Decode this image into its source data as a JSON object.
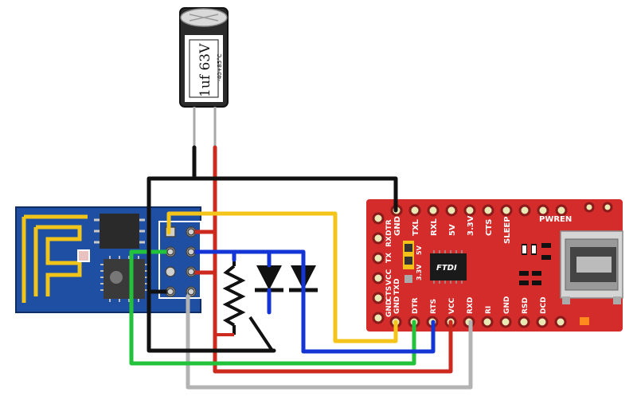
{
  "capacitor": {
    "value_label": "1uf 63V",
    "temp_label": "-40+85°C"
  },
  "ftdi": {
    "chip_label": "FTDI",
    "top_pins": [
      "GND",
      "TXL",
      "RXL",
      "5V",
      "3.3V",
      "CTS",
      "SLEEP",
      "PWREN"
    ],
    "left_pins": [
      "DTR",
      "RX",
      "TX",
      "VCC",
      "CTS",
      "GND"
    ],
    "bottom_pins": [
      "GND",
      "TXD",
      "DTR",
      "RTS",
      "VCC",
      "RXD",
      "RI",
      "GND",
      "RSD",
      "DCD"
    ],
    "jumper_5v": "5V",
    "jumper_3v3": "3.3V"
  },
  "colors": {
    "esp_board": "#1e4fa3",
    "ftdi_board": "#d42b2b",
    "wire_black": "#111111",
    "wire_red": "#cc2a1e",
    "wire_yellow": "#f4c518",
    "wire_blue": "#1335d6",
    "wire_green": "#22c33b",
    "wire_gray": "#b3b3b3"
  }
}
